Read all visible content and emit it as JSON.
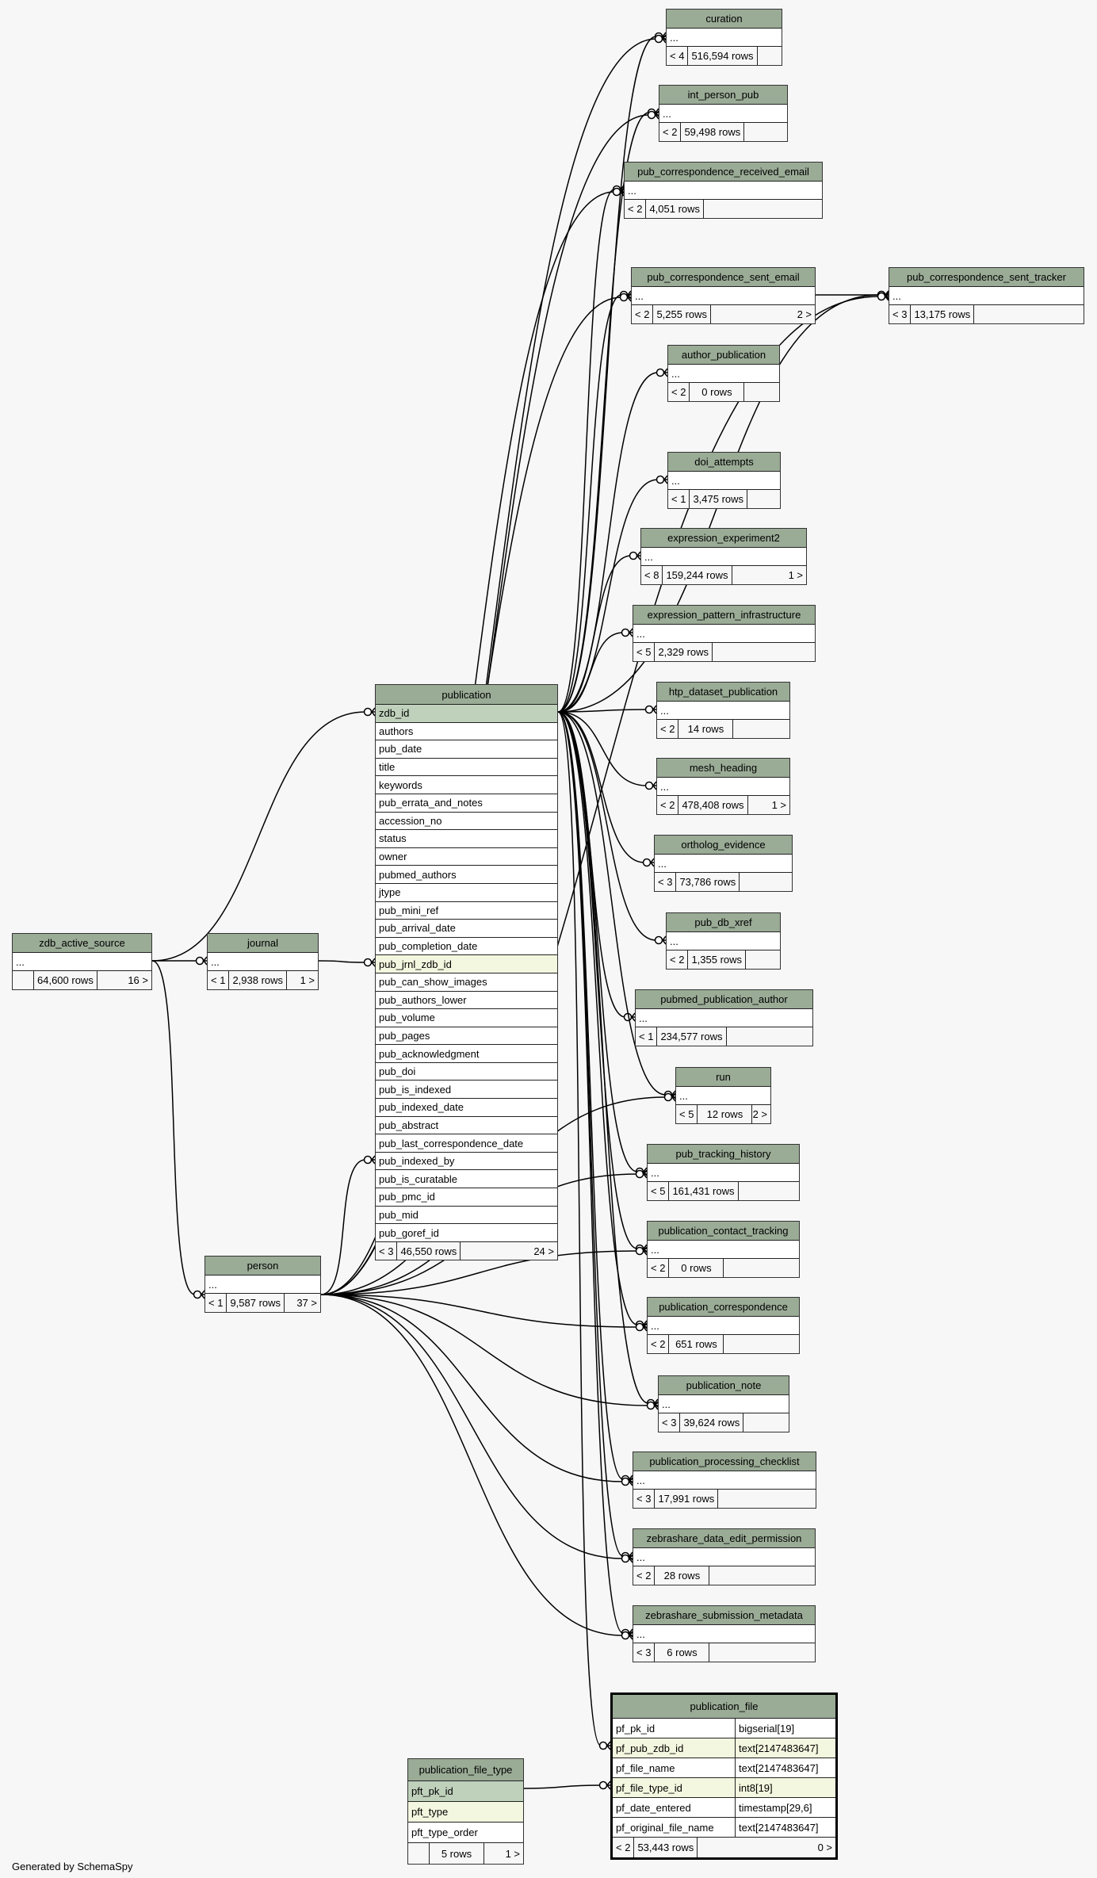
{
  "credit": "Generated by SchemaSpy",
  "colors": {
    "background": "#f7f7f7",
    "header": "#9aab96",
    "primary_key": "#bfd1bb",
    "foreign_key": "#f4f7df"
  },
  "tables": [
    {
      "name": "curation",
      "columns": [
        {
          "name": "..."
        }
      ],
      "footer": {
        "parents": "< 4",
        "rows": "516,594 rows",
        "children": ""
      }
    },
    {
      "name": "int_person_pub",
      "columns": [
        {
          "name": "..."
        }
      ],
      "footer": {
        "parents": "< 2",
        "rows": "59,498 rows",
        "children": ""
      }
    },
    {
      "name": "pub_correspondence_received_email",
      "columns": [
        {
          "name": "..."
        }
      ],
      "footer": {
        "parents": "< 2",
        "rows": "4,051 rows",
        "children": ""
      }
    },
    {
      "name": "pub_correspondence_sent_email",
      "columns": [
        {
          "name": "..."
        }
      ],
      "footer": {
        "parents": "< 2",
        "rows": "5,255 rows",
        "children": "2 >"
      }
    },
    {
      "name": "pub_correspondence_sent_tracker",
      "columns": [
        {
          "name": "..."
        }
      ],
      "footer": {
        "parents": "< 3",
        "rows": "13,175 rows",
        "children": ""
      }
    },
    {
      "name": "author_publication",
      "columns": [
        {
          "name": "..."
        }
      ],
      "footer": {
        "parents": "< 2",
        "rows": "0 rows",
        "children": ""
      }
    },
    {
      "name": "doi_attempts",
      "columns": [
        {
          "name": "..."
        }
      ],
      "footer": {
        "parents": "< 1",
        "rows": "3,475 rows",
        "children": ""
      }
    },
    {
      "name": "expression_experiment2",
      "columns": [
        {
          "name": "..."
        }
      ],
      "footer": {
        "parents": "< 8",
        "rows": "159,244 rows",
        "children": "1 >"
      }
    },
    {
      "name": "expression_pattern_infrastructure",
      "columns": [
        {
          "name": "..."
        }
      ],
      "footer": {
        "parents": "< 5",
        "rows": "2,329 rows",
        "children": ""
      }
    },
    {
      "name": "htp_dataset_publication",
      "columns": [
        {
          "name": "..."
        }
      ],
      "footer": {
        "parents": "< 2",
        "rows": "14 rows",
        "children": ""
      }
    },
    {
      "name": "mesh_heading",
      "columns": [
        {
          "name": "..."
        }
      ],
      "footer": {
        "parents": "< 2",
        "rows": "478,408 rows",
        "children": "1 >"
      }
    },
    {
      "name": "ortholog_evidence",
      "columns": [
        {
          "name": "..."
        }
      ],
      "footer": {
        "parents": "< 3",
        "rows": "73,786 rows",
        "children": ""
      }
    },
    {
      "name": "pub_db_xref",
      "columns": [
        {
          "name": "..."
        }
      ],
      "footer": {
        "parents": "< 2",
        "rows": "1,355 rows",
        "children": ""
      }
    },
    {
      "name": "pubmed_publication_author",
      "columns": [
        {
          "name": "..."
        }
      ],
      "footer": {
        "parents": "< 1",
        "rows": "234,577 rows",
        "children": ""
      }
    },
    {
      "name": "run",
      "columns": [
        {
          "name": "..."
        }
      ],
      "footer": {
        "parents": "< 5",
        "rows": "12 rows",
        "children": "2 >"
      }
    },
    {
      "name": "pub_tracking_history",
      "columns": [
        {
          "name": "..."
        }
      ],
      "footer": {
        "parents": "< 5",
        "rows": "161,431 rows",
        "children": ""
      }
    },
    {
      "name": "publication_contact_tracking",
      "columns": [
        {
          "name": "..."
        }
      ],
      "footer": {
        "parents": "< 2",
        "rows": "0 rows",
        "children": ""
      }
    },
    {
      "name": "publication_correspondence",
      "columns": [
        {
          "name": "..."
        }
      ],
      "footer": {
        "parents": "< 2",
        "rows": "651 rows",
        "children": ""
      }
    },
    {
      "name": "publication_note",
      "columns": [
        {
          "name": "..."
        }
      ],
      "footer": {
        "parents": "< 3",
        "rows": "39,624 rows",
        "children": ""
      }
    },
    {
      "name": "publication_processing_checklist",
      "columns": [
        {
          "name": "..."
        }
      ],
      "footer": {
        "parents": "< 3",
        "rows": "17,991 rows",
        "children": ""
      }
    },
    {
      "name": "zebrashare_data_edit_permission",
      "columns": [
        {
          "name": "..."
        }
      ],
      "footer": {
        "parents": "< 2",
        "rows": "28 rows",
        "children": ""
      }
    },
    {
      "name": "zebrashare_submission_metadata",
      "columns": [
        {
          "name": "..."
        }
      ],
      "footer": {
        "parents": "< 3",
        "rows": "6 rows",
        "children": ""
      }
    },
    {
      "name": "zdb_active_source",
      "columns": [
        {
          "name": "..."
        }
      ],
      "footer": {
        "parents": "",
        "rows": "64,600 rows",
        "children": "16 >"
      }
    },
    {
      "name": "journal",
      "columns": [
        {
          "name": "..."
        }
      ],
      "footer": {
        "parents": "< 1",
        "rows": "2,938 rows",
        "children": "1 >"
      }
    },
    {
      "name": "person",
      "columns": [
        {
          "name": "..."
        }
      ],
      "footer": {
        "parents": "< 1",
        "rows": "9,587 rows",
        "children": "37 >"
      }
    },
    {
      "name": "publication",
      "columns": [
        {
          "name": "zdb_id",
          "kind": "pk"
        },
        {
          "name": "authors"
        },
        {
          "name": "pub_date"
        },
        {
          "name": "title"
        },
        {
          "name": "keywords"
        },
        {
          "name": "pub_errata_and_notes"
        },
        {
          "name": "accession_no"
        },
        {
          "name": "status"
        },
        {
          "name": "owner"
        },
        {
          "name": "pubmed_authors"
        },
        {
          "name": "jtype"
        },
        {
          "name": "pub_mini_ref"
        },
        {
          "name": "pub_arrival_date"
        },
        {
          "name": "pub_completion_date"
        },
        {
          "name": "pub_jrnl_zdb_id",
          "kind": "fk"
        },
        {
          "name": "pub_can_show_images"
        },
        {
          "name": "pub_authors_lower"
        },
        {
          "name": "pub_volume"
        },
        {
          "name": "pub_pages"
        },
        {
          "name": "pub_acknowledgment"
        },
        {
          "name": "pub_doi"
        },
        {
          "name": "pub_is_indexed"
        },
        {
          "name": "pub_indexed_date"
        },
        {
          "name": "pub_abstract"
        },
        {
          "name": "pub_last_correspondence_date"
        },
        {
          "name": "pub_indexed_by"
        },
        {
          "name": "pub_is_curatable"
        },
        {
          "name": "pub_pmc_id"
        },
        {
          "name": "pub_mid"
        },
        {
          "name": "pub_goref_id"
        }
      ],
      "footer": {
        "parents": "< 3",
        "rows": "46,550 rows",
        "children": "24 >"
      }
    },
    {
      "name": "publication_file_type",
      "columns": [
        {
          "name": "pft_pk_id",
          "kind": "pk"
        },
        {
          "name": "pft_type",
          "kind": "fk"
        },
        {
          "name": "pft_type_order"
        }
      ],
      "footer": {
        "parents": "",
        "rows": "5 rows",
        "children": "1 >"
      }
    },
    {
      "name": "publication_file",
      "focus": true,
      "columns": [
        {
          "name": "pf_pk_id",
          "type": "bigserial[19]"
        },
        {
          "name": "pf_pub_zdb_id",
          "type": "text[2147483647]",
          "kind": "fk"
        },
        {
          "name": "pf_file_name",
          "type": "text[2147483647]"
        },
        {
          "name": "pf_file_type_id",
          "type": "int8[19]",
          "kind": "fk"
        },
        {
          "name": "pf_date_entered",
          "type": "timestamp[29,6]"
        },
        {
          "name": "pf_original_file_name",
          "type": "text[2147483647]"
        }
      ],
      "footer": {
        "parents": "< 2",
        "rows": "53,443 rows",
        "children": "0 >"
      }
    }
  ]
}
